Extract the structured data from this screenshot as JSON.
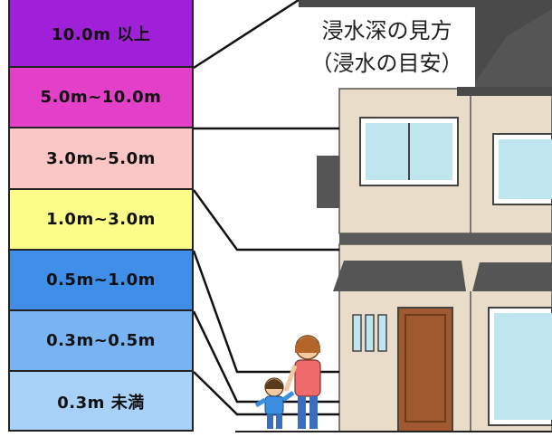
{
  "title": {
    "line1": "浸水深の見方",
    "line2": "（浸水の目安）"
  },
  "bands": [
    {
      "label": "10.0m 以上",
      "color": "#a020d8"
    },
    {
      "label": "5.0m~10.0m",
      "color": "#e43fc8"
    },
    {
      "label": "3.0m~5.0m",
      "color": "#fbc6c6"
    },
    {
      "label": "1.0m~3.0m",
      "color": "#fdfd8a"
    },
    {
      "label": "0.5m~1.0m",
      "color": "#3f8ee8"
    },
    {
      "label": "0.3m~0.5m",
      "color": "#78b3f3"
    },
    {
      "label": "0.3m 未満",
      "color": "#a8d1f8"
    }
  ]
}
